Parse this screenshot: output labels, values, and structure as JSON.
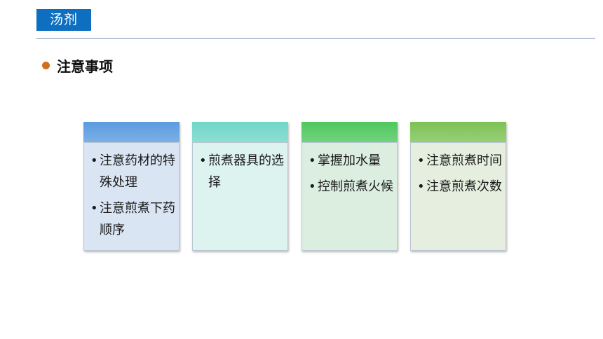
{
  "section_title": "汤剂",
  "heading": "注意事项",
  "colors": {
    "title_bg": "#0e6fc1",
    "bullet": "#d0701c"
  },
  "cards": [
    {
      "header_color": "#5b9be0",
      "body_color": "#dae5f4",
      "items": [
        "注意药材的特殊处理",
        "注意煎煮下药顺序"
      ]
    },
    {
      "header_color": "#6fd6c8",
      "body_color": "#ddf3f0",
      "items": [
        "煎煮器具的选择"
      ]
    },
    {
      "header_color": "#4ec85d",
      "body_color": "#dbeee0",
      "items": [
        "掌握加水量",
        "控制煎煮火候"
      ]
    },
    {
      "header_color": "#7dc254",
      "body_color": "#e6efdf",
      "items": [
        "注意煎煮时间",
        "注意煎煮次数"
      ]
    }
  ]
}
